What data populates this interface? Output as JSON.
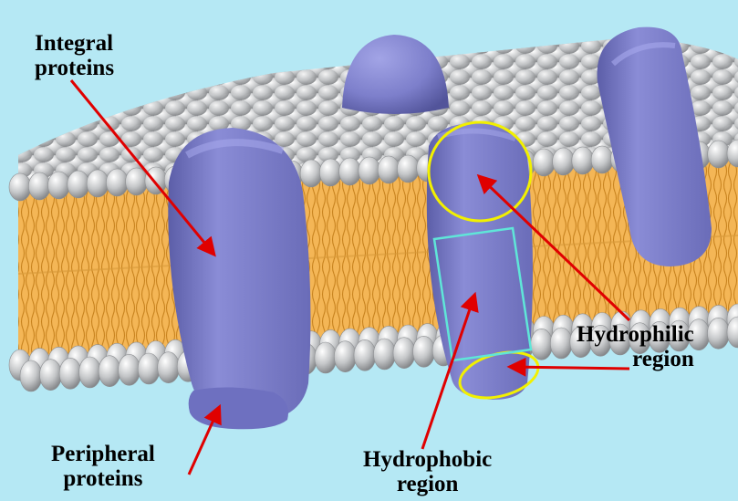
{
  "labels": {
    "integral": {
      "line1": "Integral",
      "line2": "proteins"
    },
    "peripheral": {
      "line1": "Peripheral",
      "line2": "proteins"
    },
    "hydrophobic": {
      "line1": "Hydrophobic",
      "line2": "region"
    },
    "hydrophilic": {
      "line1": "Hydrophilic",
      "line2": "region"
    }
  },
  "colors": {
    "background": "#b5e8f4",
    "protein": "#7d7fcb",
    "lipid_tail": "#f2b04e",
    "lipid_head": "#c9cbcc",
    "arrow": "#e00000",
    "hydrophilic_outline": "#f2f000",
    "hydrophobic_outline": "#5fe6d8"
  }
}
